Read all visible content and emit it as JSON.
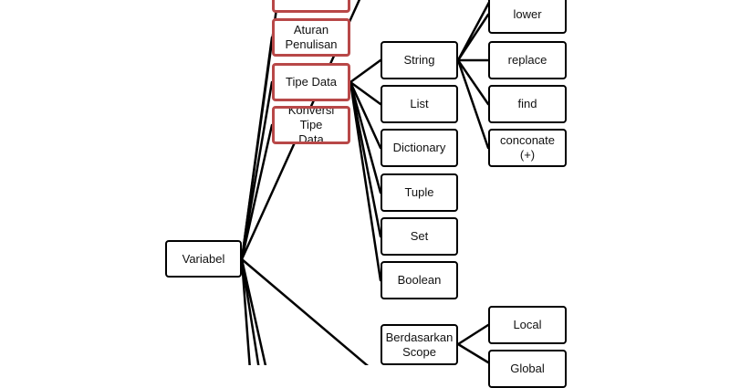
{
  "diagram": {
    "root": {
      "label": "Variabel"
    },
    "level1": [
      {
        "label": "",
        "highlight": true
      },
      {
        "label": "Aturan\nPenulisan",
        "highlight": true
      },
      {
        "label": "Tipe Data",
        "highlight": true
      },
      {
        "label": "Konversi Tipe\nData",
        "highlight": true
      }
    ],
    "data_types": [
      "String",
      "List",
      "Dictionary",
      "Tuple",
      "Set",
      "Boolean"
    ],
    "string_methods": [
      "lower",
      "replace",
      "find",
      "conconate (+)"
    ],
    "scope": {
      "label": "Berdasarkan\nScope"
    },
    "scope_types": [
      "Local",
      "Global"
    ]
  },
  "colors": {
    "line": "#000000",
    "box_border": "#000000",
    "highlight_border": "#b84848",
    "background": "#ffffff"
  }
}
